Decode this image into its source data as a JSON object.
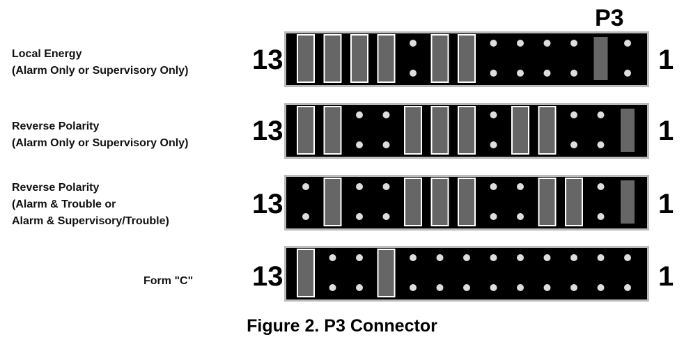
{
  "figure_caption": "Figure 2. P3 Connector",
  "connector_label": "P3",
  "left_pin_number": "13",
  "right_pin_number": "1",
  "colors": {
    "board": "#000000",
    "jumper": "#666666",
    "jumper_border": "#ffffff",
    "pin": "#dddddd"
  },
  "rows": [
    {
      "label_lines": [
        "Local Energy",
        "(Alarm  Only or Supervisory Only)"
      ],
      "jumpers": [
        {
          "pins": [
            13
          ],
          "style": "outlined"
        },
        {
          "pins": [
            12
          ],
          "style": "outlined"
        },
        {
          "pins": [
            11
          ],
          "style": "outlined"
        },
        {
          "pins": [
            10
          ],
          "style": "outlined"
        },
        {
          "pins": [
            8
          ],
          "style": "outlined"
        },
        {
          "pins": [
            7
          ],
          "style": "outlined"
        },
        {
          "pins": [
            2
          ],
          "style": "solid"
        }
      ],
      "open_pins": [
        9,
        6,
        5,
        4,
        3,
        1
      ]
    },
    {
      "label_lines": [
        "Reverse Polarity",
        "(Alarm  Only or Supervisory Only)"
      ],
      "jumpers": [
        {
          "pins": [
            13
          ],
          "style": "outlined"
        },
        {
          "pins": [
            12
          ],
          "style": "outlined"
        },
        {
          "pins": [
            9
          ],
          "style": "outlined"
        },
        {
          "pins": [
            8
          ],
          "style": "outlined"
        },
        {
          "pins": [
            7
          ],
          "style": "outlined"
        },
        {
          "pins": [
            5
          ],
          "style": "outlined"
        },
        {
          "pins": [
            4
          ],
          "style": "outlined"
        },
        {
          "pins": [
            1
          ],
          "style": "solid"
        }
      ],
      "open_pins": [
        11,
        10,
        6,
        3,
        2
      ]
    },
    {
      "label_lines": [
        "Reverse Polarity",
        "(Alarm & Trouble or",
        "Alarm & Supervisory/Trouble)"
      ],
      "jumpers": [
        {
          "pins": [
            12
          ],
          "style": "outlined"
        },
        {
          "pins": [
            9
          ],
          "style": "outlined"
        },
        {
          "pins": [
            8
          ],
          "style": "outlined"
        },
        {
          "pins": [
            7
          ],
          "style": "outlined"
        },
        {
          "pins": [
            4
          ],
          "style": "outlined"
        },
        {
          "pins": [
            3
          ],
          "style": "outlined"
        },
        {
          "pins": [
            1
          ],
          "style": "solid"
        }
      ],
      "open_pins": [
        13,
        11,
        10,
        6,
        5,
        2
      ]
    },
    {
      "label_lines": [
        "Form \"C\""
      ],
      "jumpers": [
        {
          "pins": [
            13
          ],
          "style": "outlined"
        },
        {
          "pins": [
            10
          ],
          "style": "outlined"
        }
      ],
      "open_pins": [
        12,
        11,
        9,
        8,
        7,
        6,
        5,
        4,
        3,
        2,
        1
      ]
    }
  ]
}
